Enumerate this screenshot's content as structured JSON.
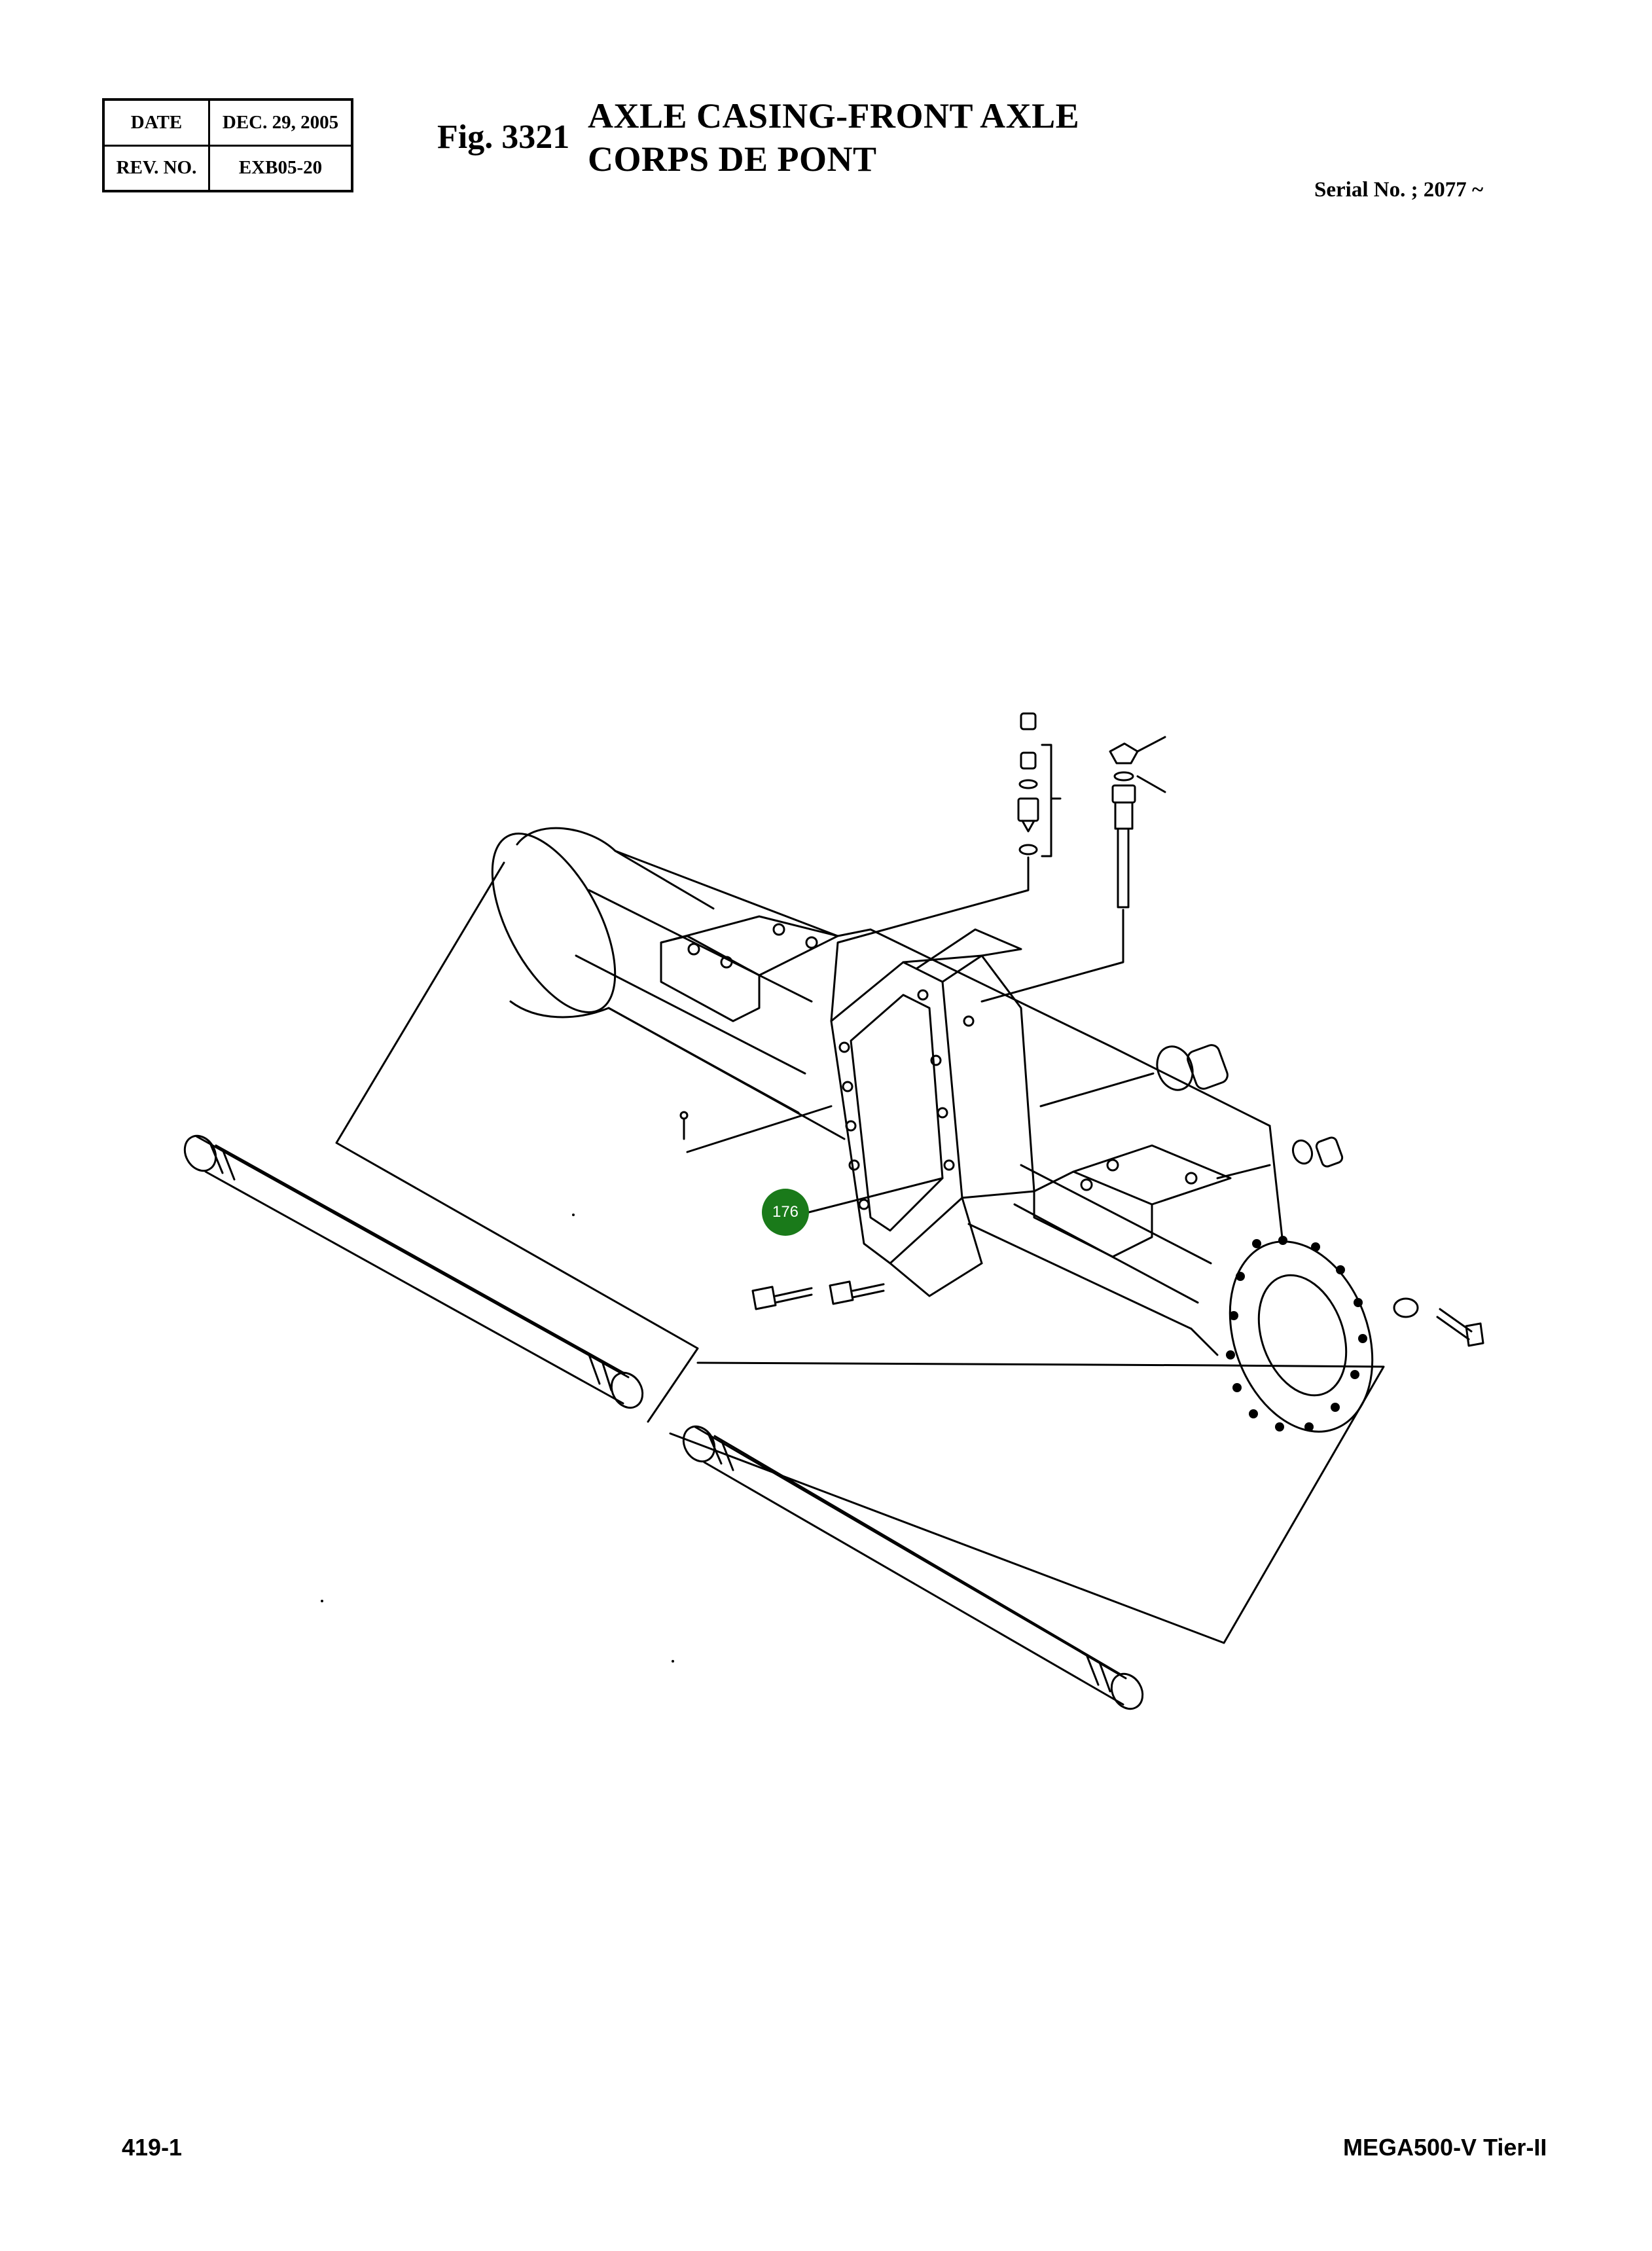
{
  "header": {
    "date_label": "DATE",
    "date_value": "DEC. 29, 2005",
    "rev_label": "REV. NO.",
    "rev_value": "EXB05-20",
    "fig_number": "Fig. 3321",
    "title_en": "AXLE CASING-FRONT AXLE",
    "title_fr": "CORPS DE PONT",
    "serial": "Serial No. ; 2077 ~"
  },
  "diagram": {
    "callouts": [
      {
        "label": "176",
        "color": "#1a7a1a"
      }
    ]
  },
  "footer": {
    "page": "419-1",
    "model": "MEGA500-V Tier-II"
  }
}
